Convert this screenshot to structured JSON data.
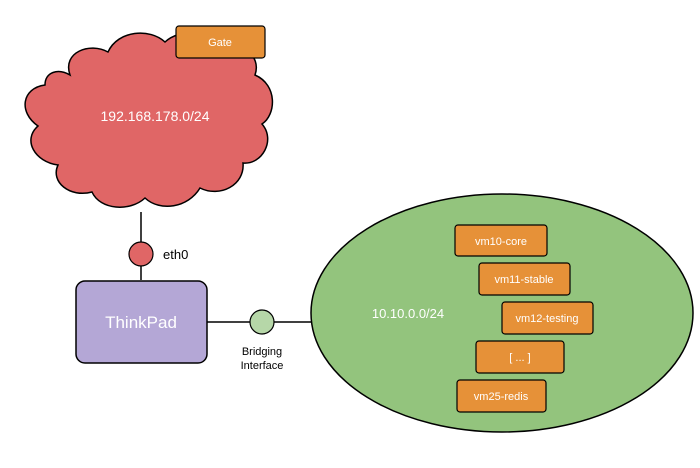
{
  "diagram": {
    "wan_cloud": {
      "label": "192.168.178.0/24",
      "fill": "#e06666"
    },
    "gate": {
      "label": "Gate",
      "fill": "#e69138"
    },
    "eth0": {
      "label": "eth0",
      "fill": "#e06666"
    },
    "host": {
      "label": "ThinkPad",
      "fill": "#b4a7d6"
    },
    "bridge": {
      "label_line1": "Bridging",
      "label_line2": "Interface",
      "fill": "#b6d7a8"
    },
    "lan": {
      "label": "10.10.0.0/24",
      "fill": "#93c47d",
      "vms": [
        {
          "label": "vm10-core"
        },
        {
          "label": "vm11-stable"
        },
        {
          "label": "vm12-testing"
        },
        {
          "label": "[ ... ]"
        },
        {
          "label": "vm25-redis"
        }
      ]
    },
    "vm_fill": "#e69138",
    "stroke": "#000000"
  }
}
